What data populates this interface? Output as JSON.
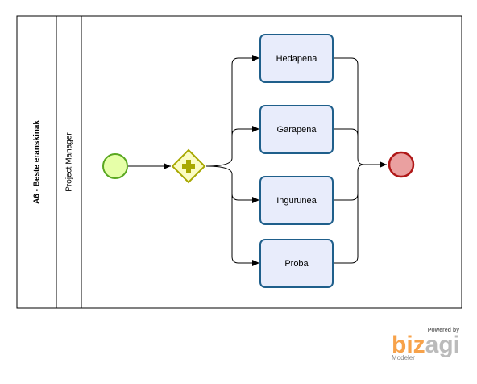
{
  "pool": {
    "title": "A6 - Beste eranskinak"
  },
  "lane": {
    "title": "Project Manager"
  },
  "tasks": [
    {
      "label": "Hedapena"
    },
    {
      "label": "Garapena"
    },
    {
      "label": "Ingurunea"
    },
    {
      "label": "Proba"
    }
  ],
  "gateway": {
    "type": "parallel",
    "symbol": "+"
  },
  "events": {
    "start": "start-event",
    "end": "end-event"
  },
  "colors": {
    "task_fill": "#e8ecfb",
    "task_stroke": "#1f5f8b",
    "start_fill": "#e6ffa8",
    "start_stroke": "#5aa821",
    "end_fill": "#eaa0a0",
    "end_stroke": "#b01818",
    "gateway_fill": "#fbfcc4",
    "gateway_stroke": "#a8a800",
    "brand_orange": "#f7a24a",
    "brand_gray": "#bbbbbb"
  },
  "brand": {
    "powered_by": "Powered by",
    "word_part1": "biz",
    "word_part2": "agi",
    "modeler": "Modeler"
  }
}
